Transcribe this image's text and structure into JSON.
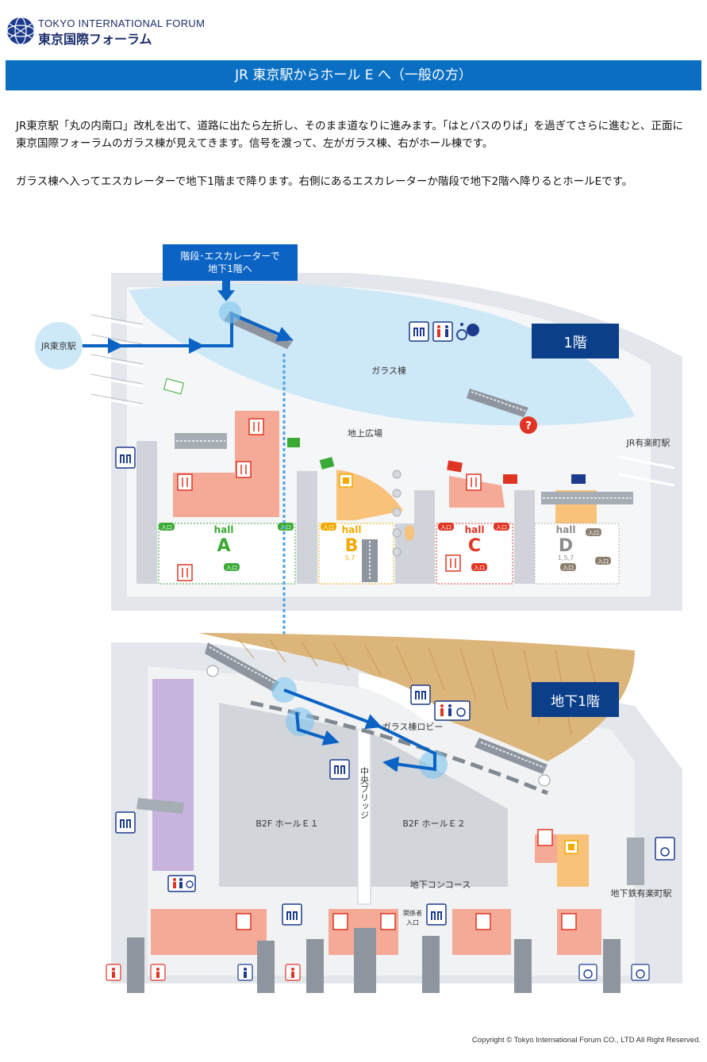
{
  "header": {
    "logo_en": "TOKYO INTERNATIONAL FORUM",
    "logo_jp": "東京国際フォーラム"
  },
  "banner": {
    "title": "JR 東京駅からホール E へ（一般の方）"
  },
  "directions": {
    "paragraph1": "JR東京駅「丸の内南口」改札を出て、道路に出たら左折し、そのまま道なりに進みます。「はとバスのりば」を過ぎてさらに進むと、正面に東京国際フォーラムのガラス棟が見えてきます。信号を渡って、左がガラス棟、右がホール棟です。",
    "paragraph2": "ガラス棟へ入ってエスカレーターで地下1階まで降ります。右側にあるエスカレーターか階段で地下2階へ降りるとホールEです。"
  },
  "map": {
    "callout_line1": "階段･エスカレーターで",
    "callout_line2": "地下1階へ",
    "jr_station": "JR東京駅",
    "floor1_badge": "1階",
    "glass_building": "ガラス棟",
    "plaza": "地上広場",
    "yurakucho_jr": "JR有楽町駅",
    "hall_word": "hall",
    "hall_a": "A",
    "hall_b": "B",
    "hall_c": "C",
    "hall_d": "D",
    "hall_b_floors": "5,7",
    "hall_d_floors": "1,5,7",
    "entrance": "入口",
    "b1_badge": "地下1階",
    "glass_lobby": "ガラス棟ロビー",
    "central_bridge": "中央ブリッジ",
    "hall_e1": "B2F ホールＥ１",
    "hall_e2": "B2F ホールＥ２",
    "underground_concourse": "地下コンコース",
    "staff_entrance_1": "関係者",
    "staff_entrance_2": "入口",
    "yurakucho_subway": "地下鉄有楽町駅",
    "info_mark": "?"
  },
  "footer": {
    "copyright": "Copyright © Tokyo International Forum CO., LTD All Right Reserved."
  },
  "colors": {
    "brand_blue": "#0a6fc2",
    "badge_navy": "#0b3f8a",
    "route_blue": "#0b63c4",
    "glass_water": "#cde8f7",
    "restaurant_pink": "#f5aa98",
    "shop_orange": "#f9c27a",
    "hall_a_green": "#3aaa35",
    "hall_b_yellow": "#f3a900",
    "hall_c_red": "#e03524",
    "hall_d_gray": "#8c8c8c",
    "deck_wood": "#dcb57a",
    "purple_zone": "#c7b4de"
  },
  "icons": [
    "globe-logo-icon",
    "escalator-icon",
    "elevator-icon",
    "restroom-icon",
    "wheelchair-icon",
    "baby-room-icon",
    "restaurant-icon",
    "shop-icon",
    "info-icon",
    "exit-sign-icon"
  ]
}
